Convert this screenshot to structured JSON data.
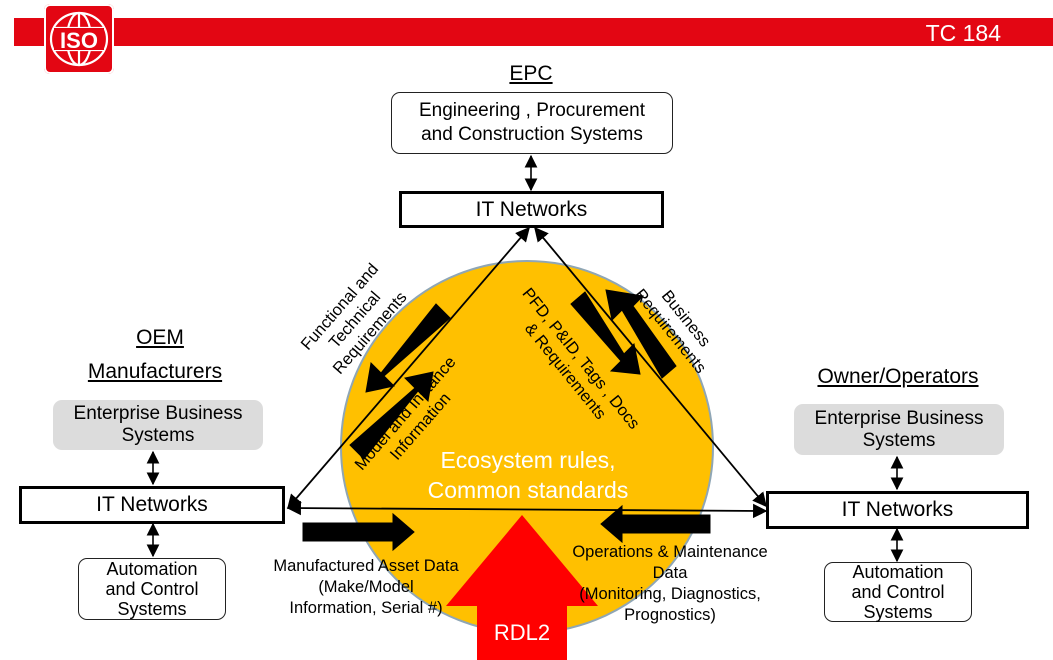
{
  "header": {
    "logo_text": "ISO",
    "committee": "TC 184",
    "colors": {
      "iso_red": "#e30613",
      "ecosystem_fill": "#ffc000",
      "ecosystem_border": "#8fa6b5"
    }
  },
  "epc": {
    "title": "EPC",
    "system_line1": "Engineering , Procurement",
    "system_line2": "and Construction Systems",
    "network": "IT Networks"
  },
  "oem": {
    "title_line1": "OEM",
    "title_line2": "Manufacturers",
    "enterprise_line1": "Enterprise Business",
    "enterprise_line2": "Systems",
    "network": "IT Networks",
    "automation_line1": "Automation",
    "automation_line2": "and Control",
    "automation_line3": "Systems"
  },
  "owner": {
    "title": "Owner/Operators",
    "enterprise_line1": "Enterprise Business",
    "enterprise_line2": "Systems",
    "network": "IT Networks",
    "automation_line1": "Automation",
    "automation_line2": "and Control",
    "automation_line3": "Systems"
  },
  "ecosystem": {
    "line1": "Ecosystem rules,",
    "line2": "Common standards"
  },
  "flows": {
    "functional_line1": "Functional and",
    "functional_line2": "Technical",
    "functional_line3": "Requirements",
    "model_line1": "Model and Instance",
    "model_line2": "Information",
    "pfd_line1": "PFD, P&ID, Tags , Docs",
    "pfd_line2": "& Requirements",
    "business_line1": "Business",
    "business_line2": "Requirements",
    "manufactured_line1": "Manufactured Asset Data",
    "manufactured_line2": "(Make/Model",
    "manufactured_line3": "Information, Serial #)",
    "operations_line1": "Operations & Maintenance",
    "operations_line2": "Data",
    "operations_line3": "(Monitoring, Diagnostics,",
    "operations_line4": "Prognostics)"
  },
  "rdl": {
    "label": "RDL2"
  }
}
